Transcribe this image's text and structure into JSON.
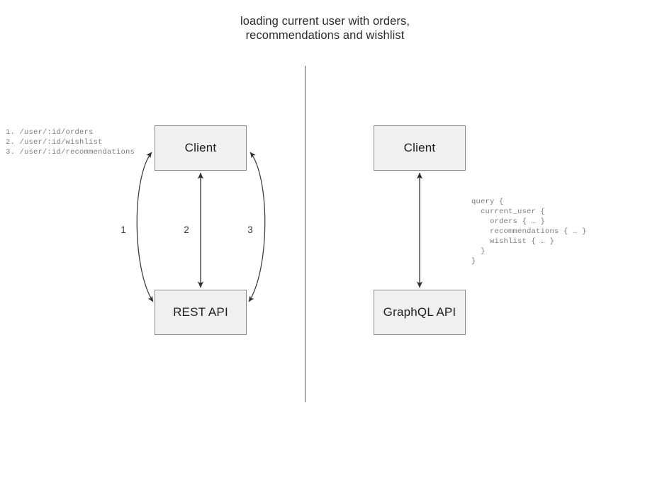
{
  "title": "loading current user with orders,\nrecommendations and wishlist",
  "divider": {
    "orientation": "vertical"
  },
  "rest_side": {
    "client_box": {
      "label": "Client"
    },
    "api_box": {
      "label": "REST API"
    },
    "endpoint_list": "1. /user/:id/orders\n2. /user/:id/wishlist\n3. /user/:id/recommendations",
    "endpoints": [
      {
        "number": "1.",
        "path": "/user/:id/orders"
      },
      {
        "number": "2.",
        "path": "/user/:id/wishlist"
      },
      {
        "number": "3.",
        "path": "/user/:id/recommendations"
      }
    ],
    "arrow_labels": [
      "1",
      "2",
      "3"
    ],
    "arrows": [
      {
        "name": "curve-left",
        "label": "1",
        "style": "curved-left",
        "heads": "both"
      },
      {
        "name": "straight-middle",
        "label": "2",
        "style": "straight",
        "heads": "both"
      },
      {
        "name": "curve-right",
        "label": "3",
        "style": "curved-right",
        "heads": "both"
      }
    ]
  },
  "graphql_side": {
    "client_box": {
      "label": "Client"
    },
    "api_box": {
      "label": "GraphQL API"
    },
    "query": "query {\n  current_user {\n    orders { … }\n    recommendations { … }\n    wishlist { … }\n  }\n}",
    "arrows": [
      {
        "name": "straight-middle",
        "style": "straight",
        "heads": "both"
      }
    ]
  },
  "colors": {
    "box_fill": "#f0f0f0",
    "box_border": "#8a8a8a",
    "arrow": "#3a3a3a",
    "divider": "#5e5e5e",
    "title_text": "#2b2b2b",
    "code_text": "#7d7d7d"
  }
}
